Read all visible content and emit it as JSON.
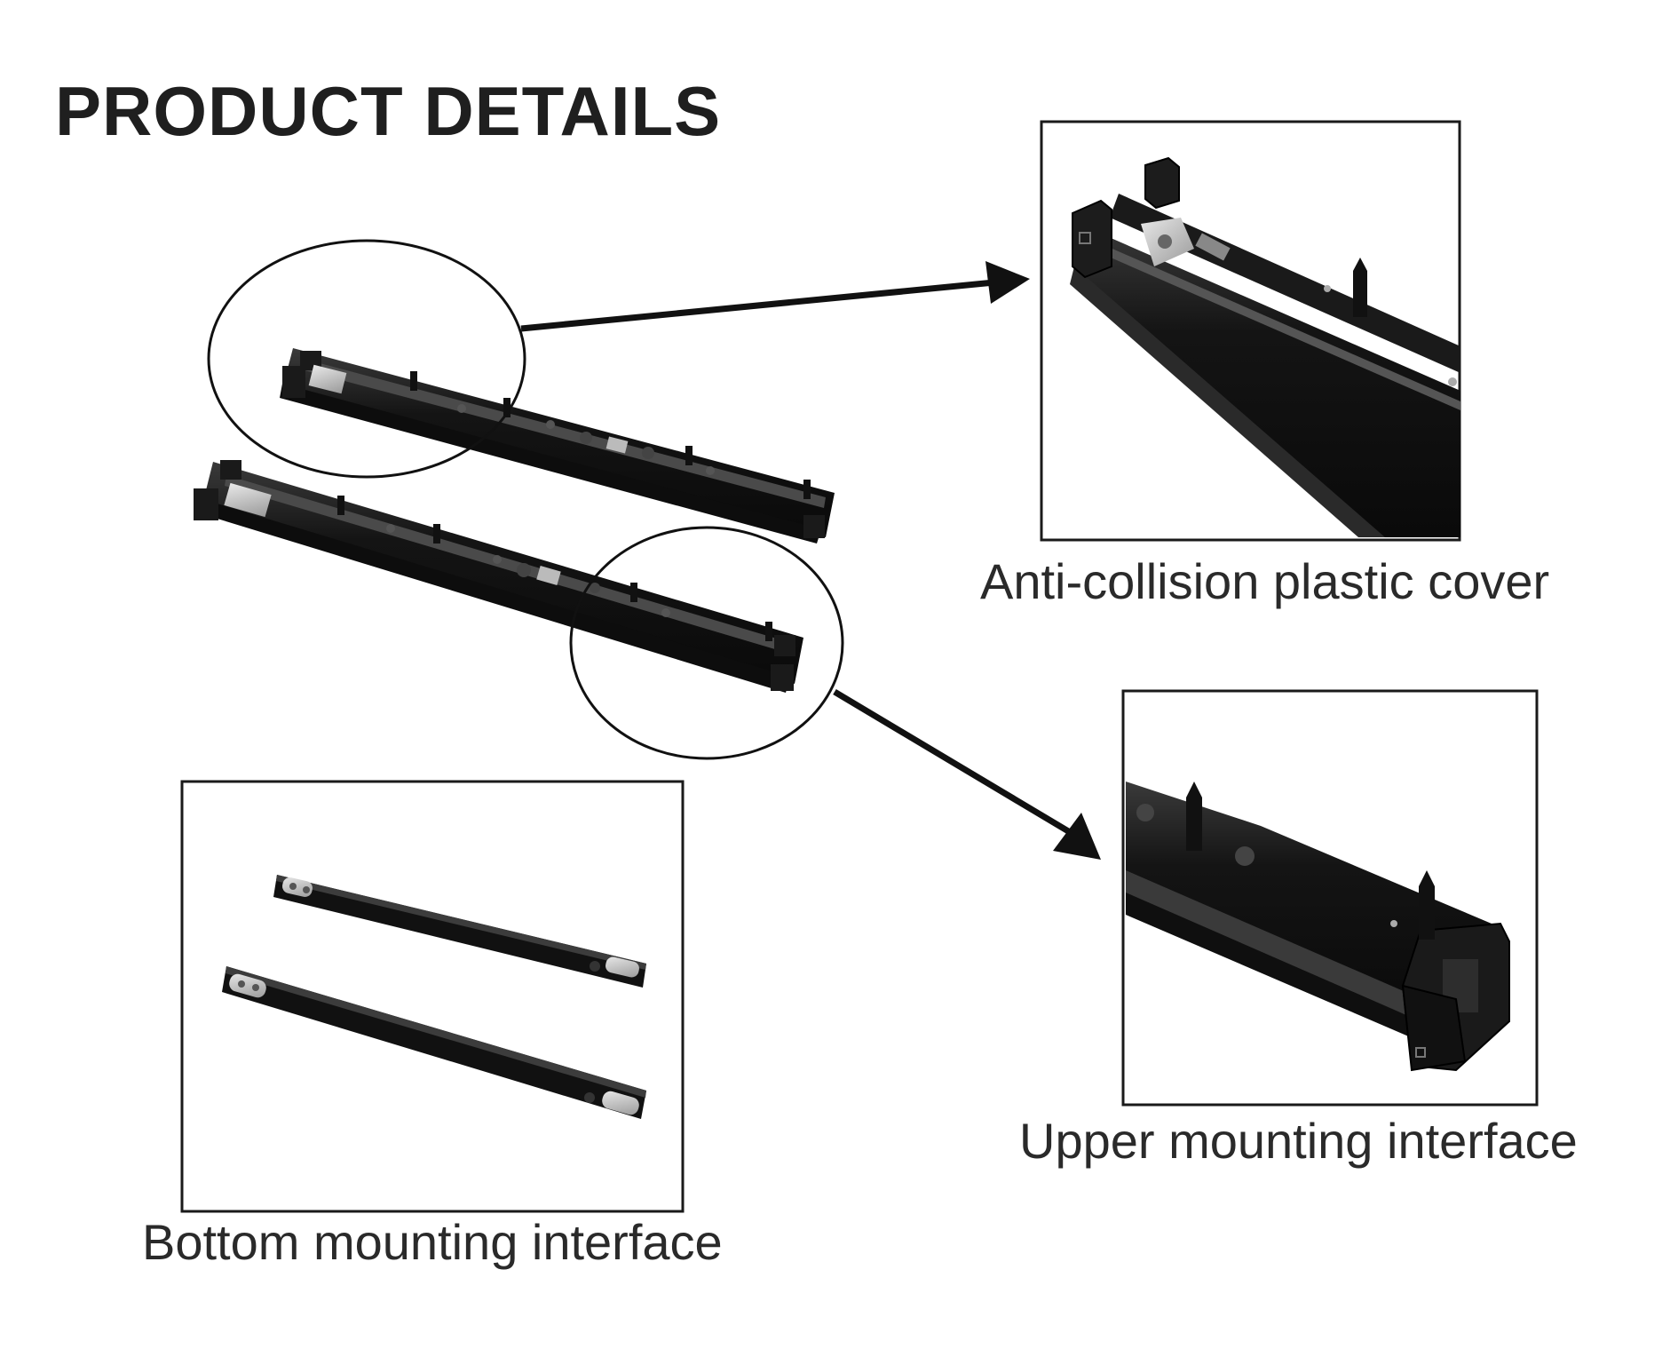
{
  "page": {
    "title": "PRODUCT DETAILS"
  },
  "callouts": {
    "anti_collision": {
      "caption": "Anti-collision plastic cover"
    },
    "upper_mount": {
      "caption": "Upper mounting interface"
    },
    "bottom_mount": {
      "caption": "Bottom mounting interface"
    }
  },
  "colors": {
    "rail": "#141414",
    "rail_highlight": "#3a3a3a",
    "frame": "#1a1a1a",
    "text": "#1f1f1f",
    "metal": "#c9c9c9"
  },
  "icons": {
    "arrow_top": "arrow-right",
    "arrow_bottom": "arrow-down-right"
  }
}
